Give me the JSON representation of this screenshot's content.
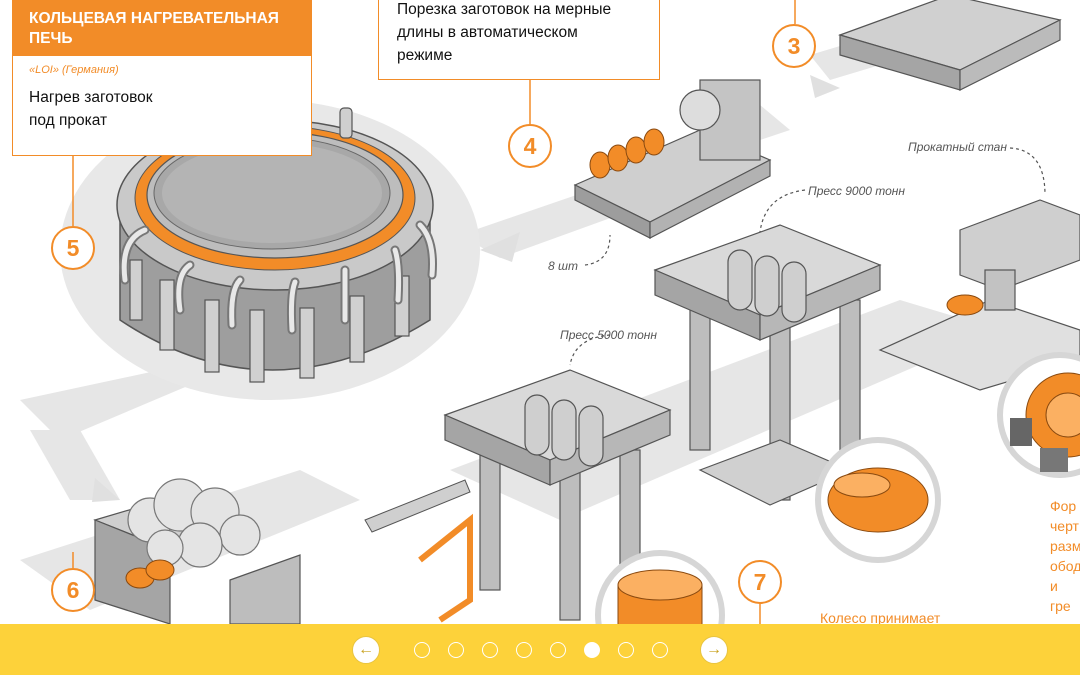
{
  "furnace": {
    "title_line1": "КОЛЬЦЕВАЯ НАГРЕВАТЕЛЬНАЯ",
    "title_line2": "ПЕЧЬ",
    "maker": "«LOI» (Германия)",
    "desc_line1": "Нагрев заготовок",
    "desc_line2": "под прокат"
  },
  "cutting": {
    "desc_line1": "Порезка заготовок на мерные",
    "desc_line2": "длины в автоматическом",
    "desc_line3": "режиме"
  },
  "steps": [
    "3",
    "4",
    "5",
    "6",
    "7"
  ],
  "callouts": {
    "rolling_mill": "Прокатный стан",
    "press_9000": "Пресс 9000 тонн",
    "press_5000": "Пресс 5000 тонн",
    "count_8": "8 шт"
  },
  "notes": {
    "wheel": "Колесо принимает",
    "right_line1": "Фор",
    "right_line2": "черт",
    "right_line3": "разм",
    "right_line4": "обод",
    "right_line5": "и гре"
  },
  "nav": {
    "prev_icon": "arrow-left-icon",
    "next_icon": "arrow-right-icon",
    "prev_glyph": "←",
    "next_glyph": "→",
    "total_slides": 8,
    "active_slide": 6
  },
  "colors": {
    "accent": "#f28c28",
    "footer": "#fdd23a",
    "machine": "#b9b9b9",
    "floor": "#e4e4e4"
  }
}
